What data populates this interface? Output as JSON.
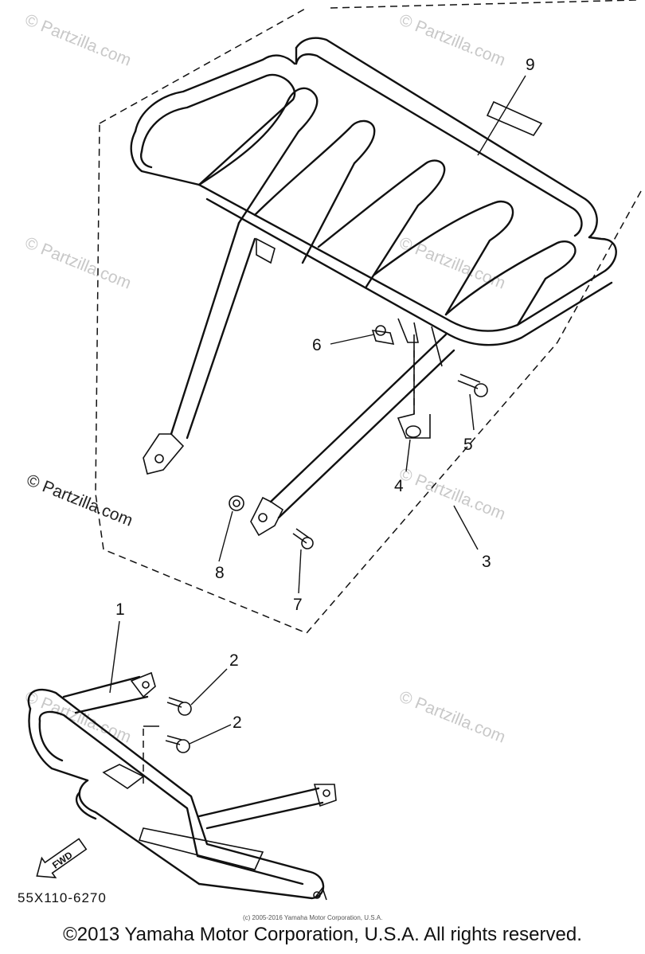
{
  "diagram": {
    "callouts": [
      {
        "id": "c1",
        "label": "1"
      },
      {
        "id": "c2a",
        "label": "2"
      },
      {
        "id": "c2b",
        "label": "2"
      },
      {
        "id": "c3",
        "label": "3"
      },
      {
        "id": "c4",
        "label": "4"
      },
      {
        "id": "c5",
        "label": "5"
      },
      {
        "id": "c6",
        "label": "6"
      },
      {
        "id": "c7",
        "label": "7"
      },
      {
        "id": "c8",
        "label": "8"
      },
      {
        "id": "c9",
        "label": "9"
      }
    ],
    "fwd_label": "FWD",
    "ref_code": "55X110-6270",
    "small_copyright": "(c) 2005-2016 Yamaha Motor Corporation, U.S.A.",
    "copyright": "©2013 Yamaha Motor Corporation, U.S.A. All rights reserved."
  },
  "watermarks": {
    "text": "© Partzilla.com"
  },
  "colors": {
    "line": "#111111",
    "watermark": "#c8c8c8",
    "background": "#ffffff"
  }
}
